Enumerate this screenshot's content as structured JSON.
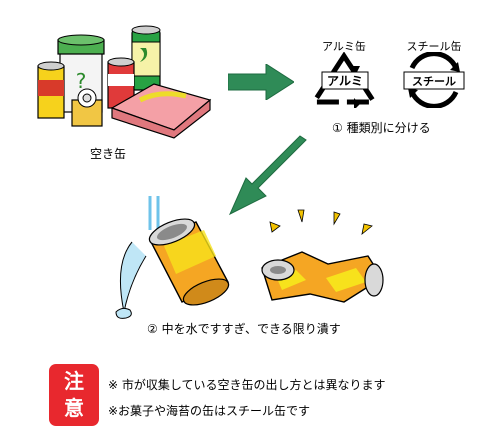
{
  "cans_caption": "空き缶",
  "aluminum": {
    "label": "アルミ缶",
    "symbol_text": "アルミ"
  },
  "steel": {
    "label": "スチール缶",
    "symbol_text": "スチール"
  },
  "step1": "① 種類別に分ける",
  "step2": "② 中を水ですすぎ、できる限り潰す",
  "notice": {
    "badge_top": "注",
    "badge_bottom": "意",
    "lines": [
      "※ 市が収集している空き缶の出し方とは異なります",
      "※お菓子や海苔の缶はスチール缶です"
    ]
  },
  "colors": {
    "arrow": "#2f8b57",
    "notice_red": "#e8282e",
    "can_orange": "#f5a623",
    "can_yellow": "#f7e21c"
  }
}
